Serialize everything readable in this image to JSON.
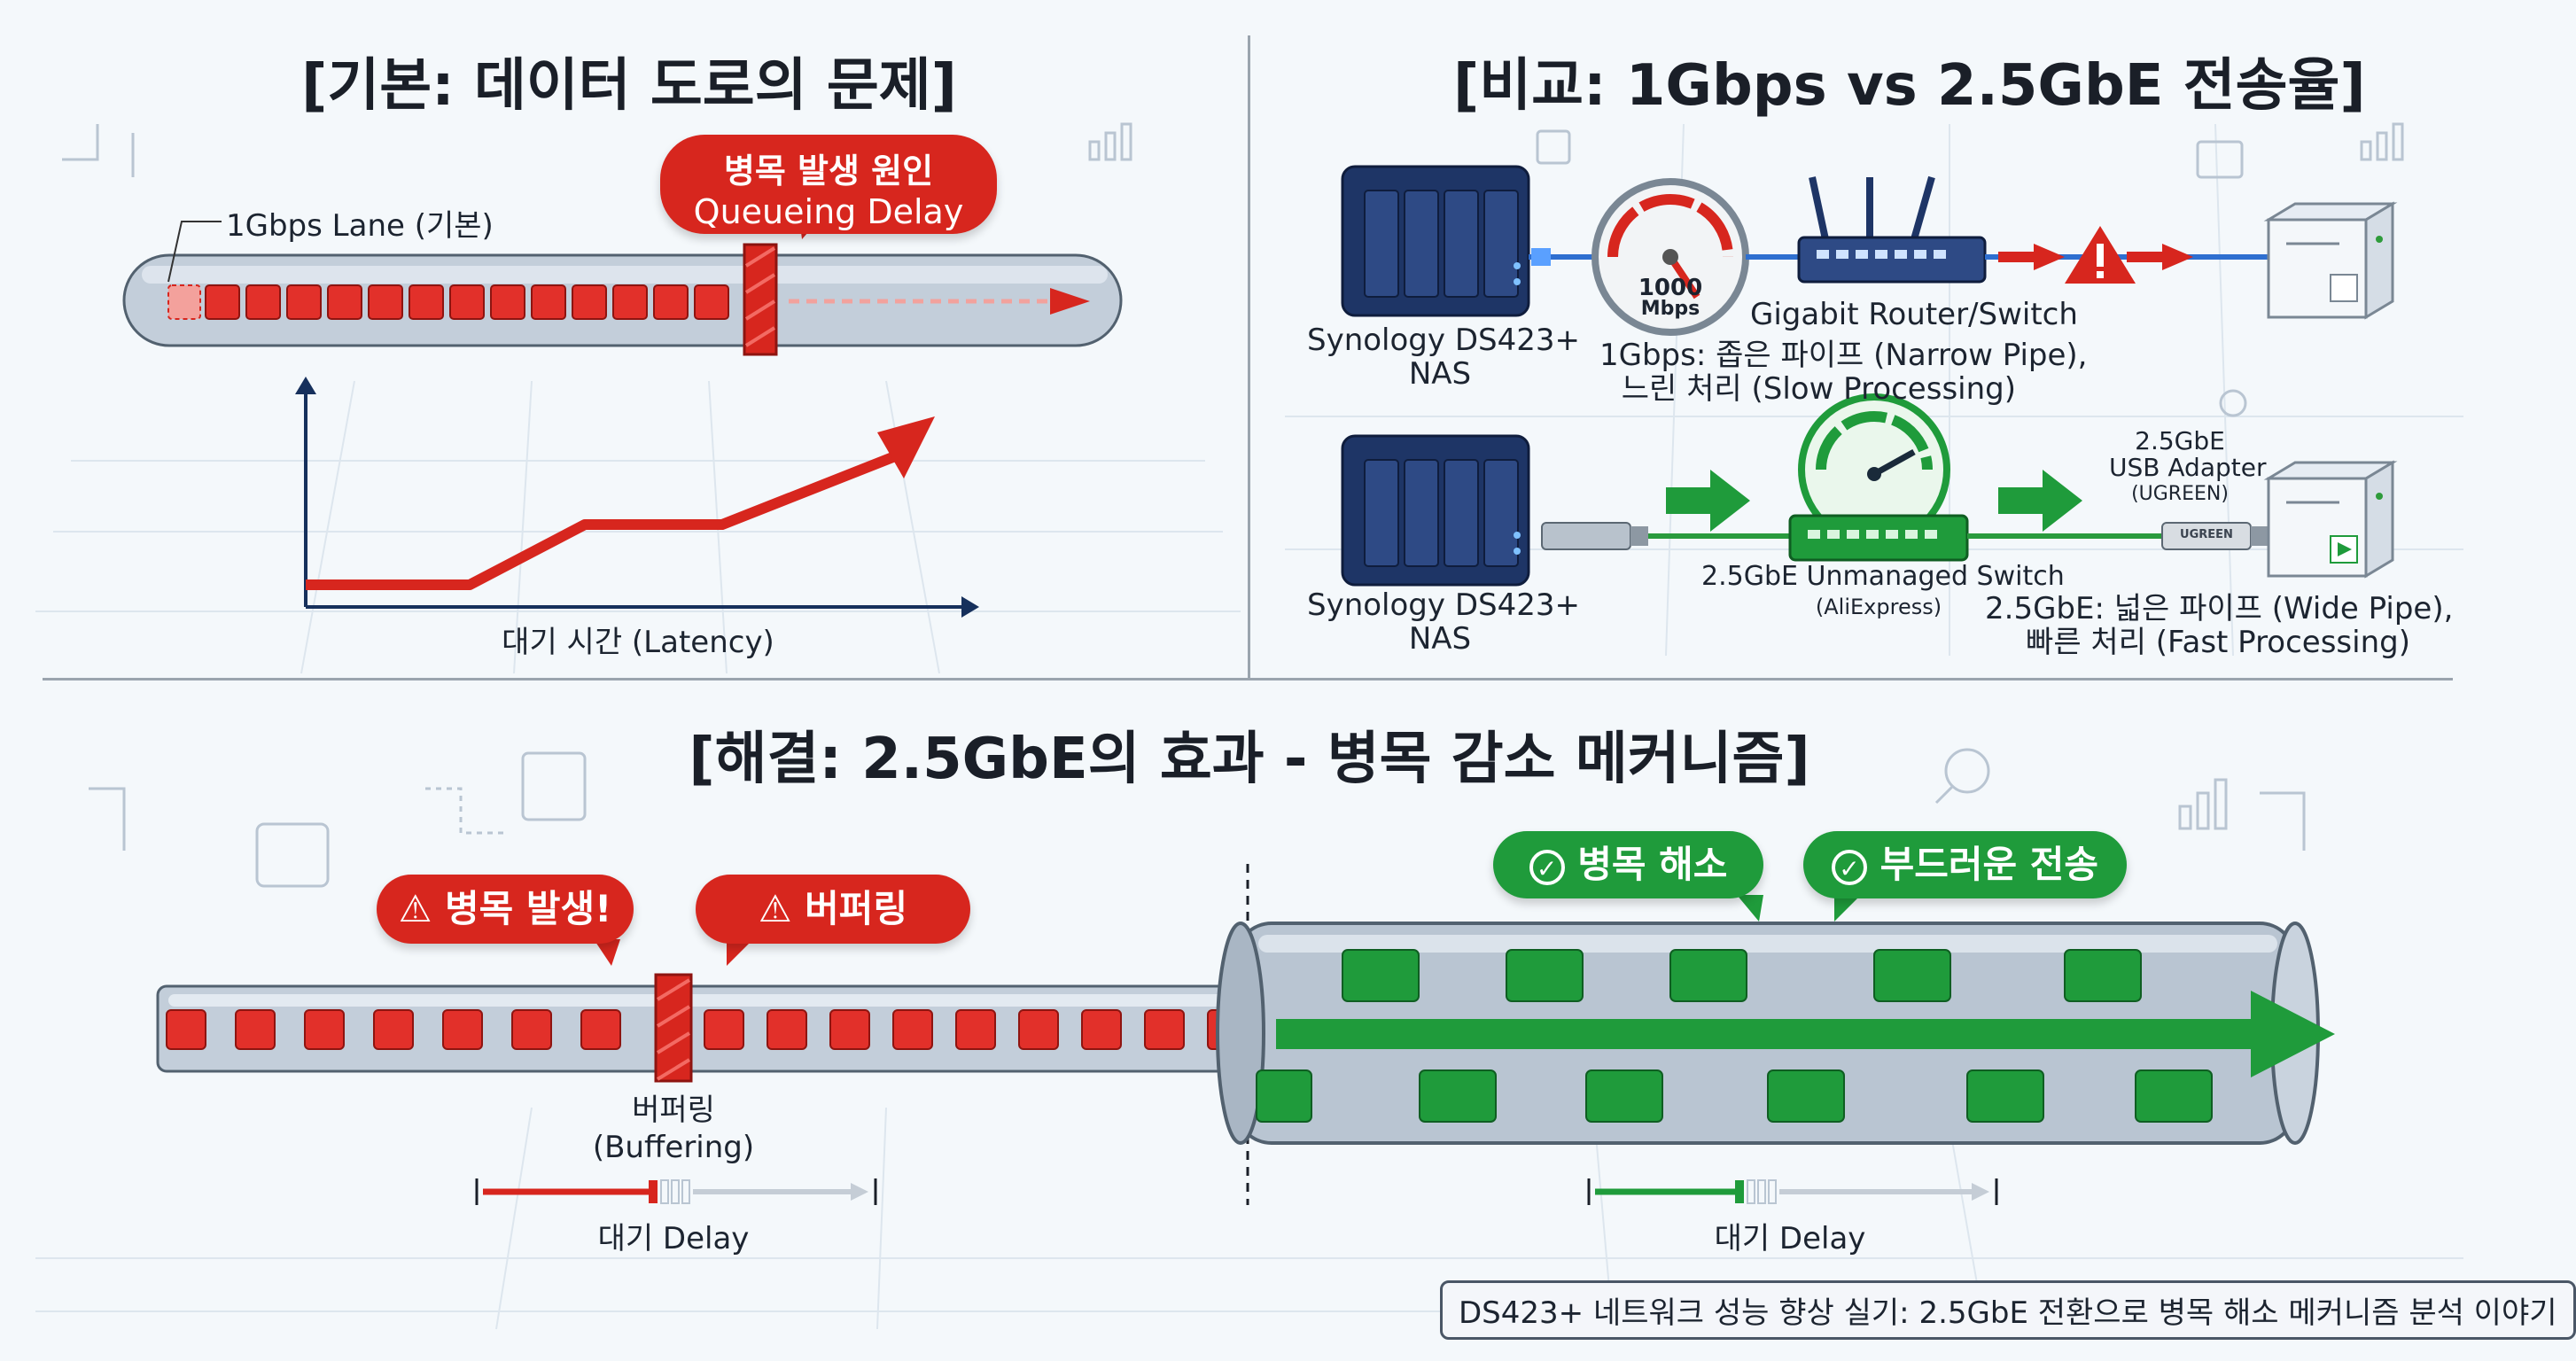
{
  "panels": {
    "basic": {
      "title": "[기본: 데이터 도로의 문제]",
      "lane_label": "1Gbps Lane (기본)",
      "bottleneck_bubble_line1": "병목 발생 원인",
      "bottleneck_bubble_line2": "Queueing Delay",
      "latency_axis_label": "대기 시간 (Latency)"
    },
    "compare": {
      "title": "[비교: 1Gbps vs 2.5GbE 전송율]",
      "nas_label_top_line1": "Synology DS423+",
      "nas_label_top_line2": "NAS",
      "gauge_value": "1000",
      "gauge_unit": "Mbps",
      "router_label": "Gigabit Router/Switch",
      "narrow_desc_line1": "1Gbps: 좁은 파이프 (Narrow Pipe),",
      "narrow_desc_line2": "느린 처리 (Slow Processing)",
      "nas_label_bottom_line1": "Synology DS423+",
      "nas_label_bottom_line2": "NAS",
      "usb_adapter_line1": "2.5GbE",
      "usb_adapter_line2": "USB Adapter",
      "usb_adapter_line3": "(UGREEN)",
      "usb_brand": "UGREEN",
      "switch_label": "2.5GbE Unmanaged Switch",
      "switch_source": "(AliExpress)",
      "wide_desc_line1": "2.5GbE: 넓은 파이프 (Wide Pipe),",
      "wide_desc_line2": "빠른 처리 (Fast Processing)"
    },
    "solution": {
      "title": "[해결: 2.5GbE의 효과 - 병목 감소 메커니즘]",
      "bubble_bottleneck": "병목 발생!",
      "bubble_buffering": "버퍼링",
      "bubble_resolved": "병목 해소",
      "bubble_smooth": "부드러운 전송",
      "buffering_label_line1": "버퍼링",
      "buffering_label_line2": "(Buffering)",
      "delay_left_label": "대기 Delay",
      "delay_right_label": "대기 Delay"
    }
  },
  "footer_caption": "DS423+ 네트워크 성능 향상 실기: 2.5GbE 전환으로 병목 해소 메커니즘 분석 이야기",
  "colors": {
    "red": "#d7261e",
    "green": "#1f9b3b",
    "navy": "#1e3566",
    "pipe": "#b9c5d2"
  }
}
